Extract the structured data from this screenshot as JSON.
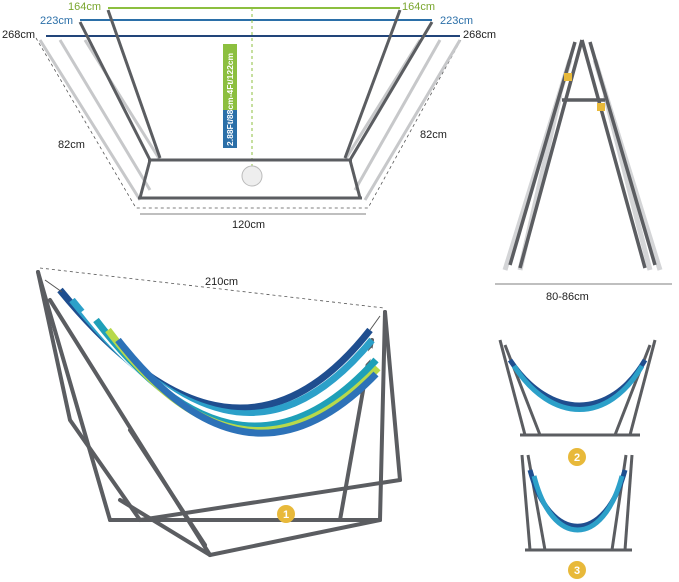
{
  "top_view": {
    "green_width_left": "164cm",
    "green_width_right": "164cm",
    "blue_width_left": "223cm",
    "blue_width_right": "223cm",
    "outer_width_left": "268cm",
    "outer_width_right": "268cm",
    "side_left": "82cm",
    "side_right": "82cm",
    "base_width": "120cm",
    "height_range": "2.88Ft/88cm-4Ft/122cm"
  },
  "side_view": {
    "base_depth": "80-86cm"
  },
  "main_view": {
    "length": "210cm",
    "step_badge": "1"
  },
  "steps": {
    "step2_badge": "2",
    "step3_badge": "3"
  },
  "colors": {
    "green": "#8cbf3f",
    "blue": "#2b6fa8",
    "navy": "#22457a",
    "frame": "#5b5d61",
    "badge": "#e8b93a"
  }
}
